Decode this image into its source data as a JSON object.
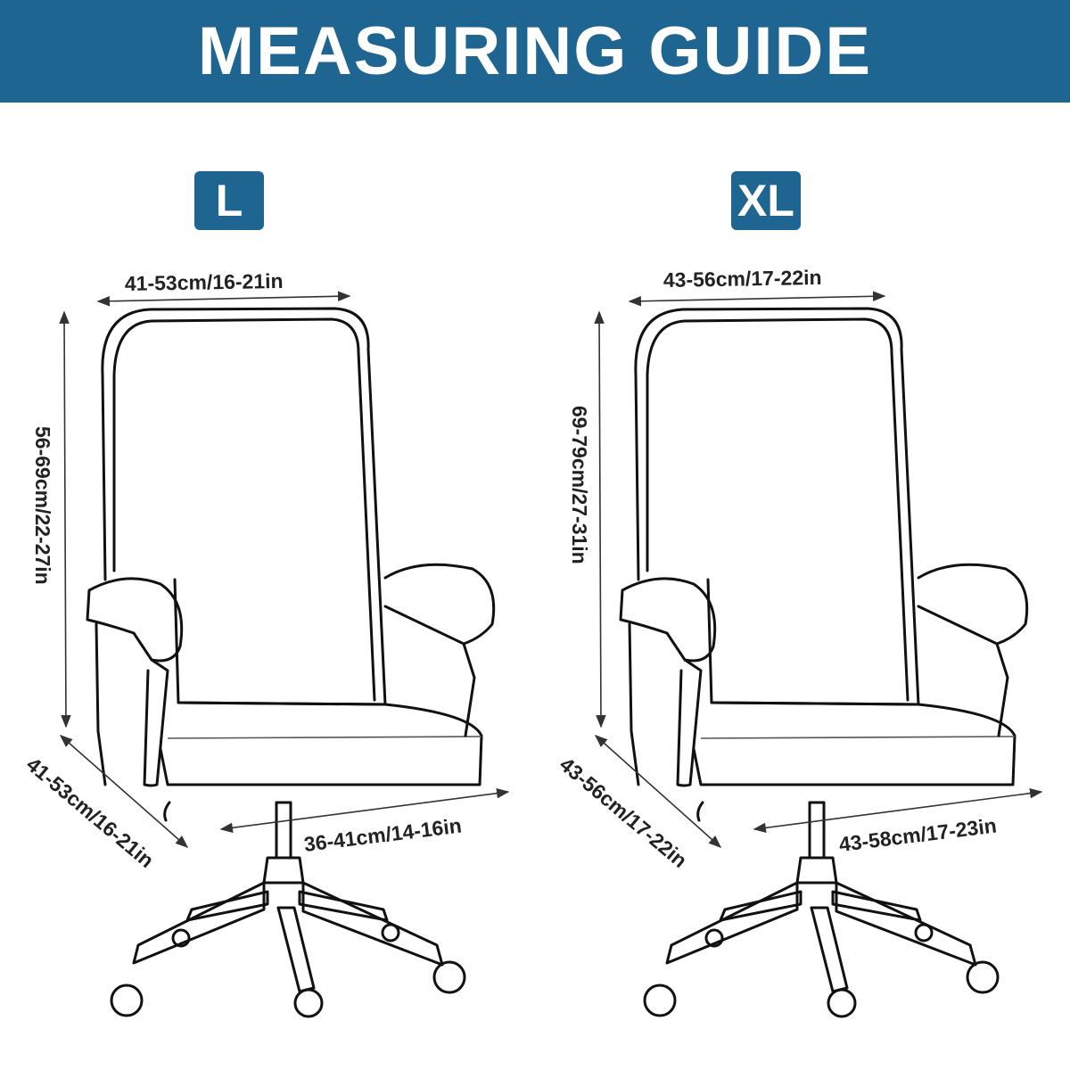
{
  "header": {
    "title": "MEASURING GUIDE",
    "background": "#1f6591"
  },
  "sizes": [
    {
      "badge": "L",
      "back_width": "41-53cm/16-21in",
      "back_height": "56-69cm/22-27in",
      "seat_depth": "41-53cm/16-21in",
      "seat_width": "36-41cm/14-16in"
    },
    {
      "badge": "XL",
      "back_width": "43-56cm/17-22in",
      "back_height": "69-79cm/27-31in",
      "seat_depth": "43-56cm/17-22in",
      "seat_width": "43-58cm/17-23in"
    }
  ]
}
